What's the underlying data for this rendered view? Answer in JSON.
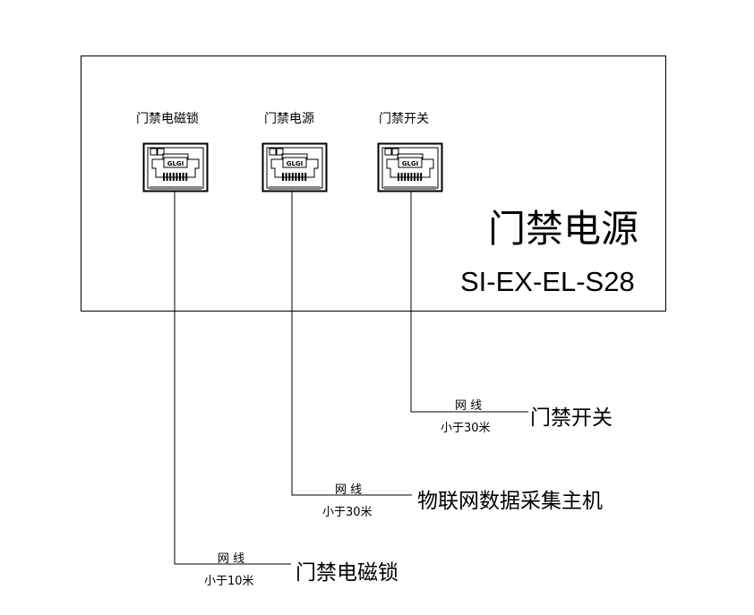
{
  "device": {
    "title": "门禁电源",
    "model": "SI-EX-EL-S28"
  },
  "ports": [
    {
      "label": "门禁电磁锁",
      "chip": "GLGI"
    },
    {
      "label": "门禁电源",
      "chip": "GLGI"
    },
    {
      "label": "门禁开关",
      "chip": "GLGI"
    }
  ],
  "connections": [
    {
      "cable": "网 线",
      "length": "小于30米",
      "target": "门禁开关"
    },
    {
      "cable": "网 线",
      "length": "小于30米",
      "target": "物联网数据采集主机"
    },
    {
      "cable": "网 线",
      "length": "小于10米",
      "target": "门禁电磁锁"
    }
  ]
}
